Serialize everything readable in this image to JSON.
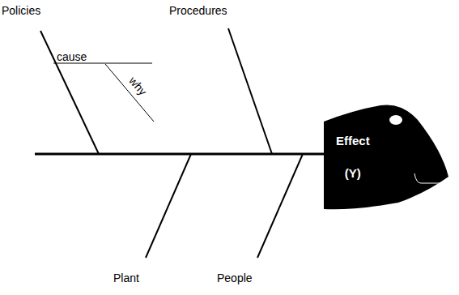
{
  "diagram": {
    "nodes": [
      {
        "text": [
          "Effect (Y)"
        ]
      }
    ],
    "labels": [
      "Policies",
      "Procedures",
      "Plant",
      "People",
      "cause",
      "why"
    ]
  }
}
